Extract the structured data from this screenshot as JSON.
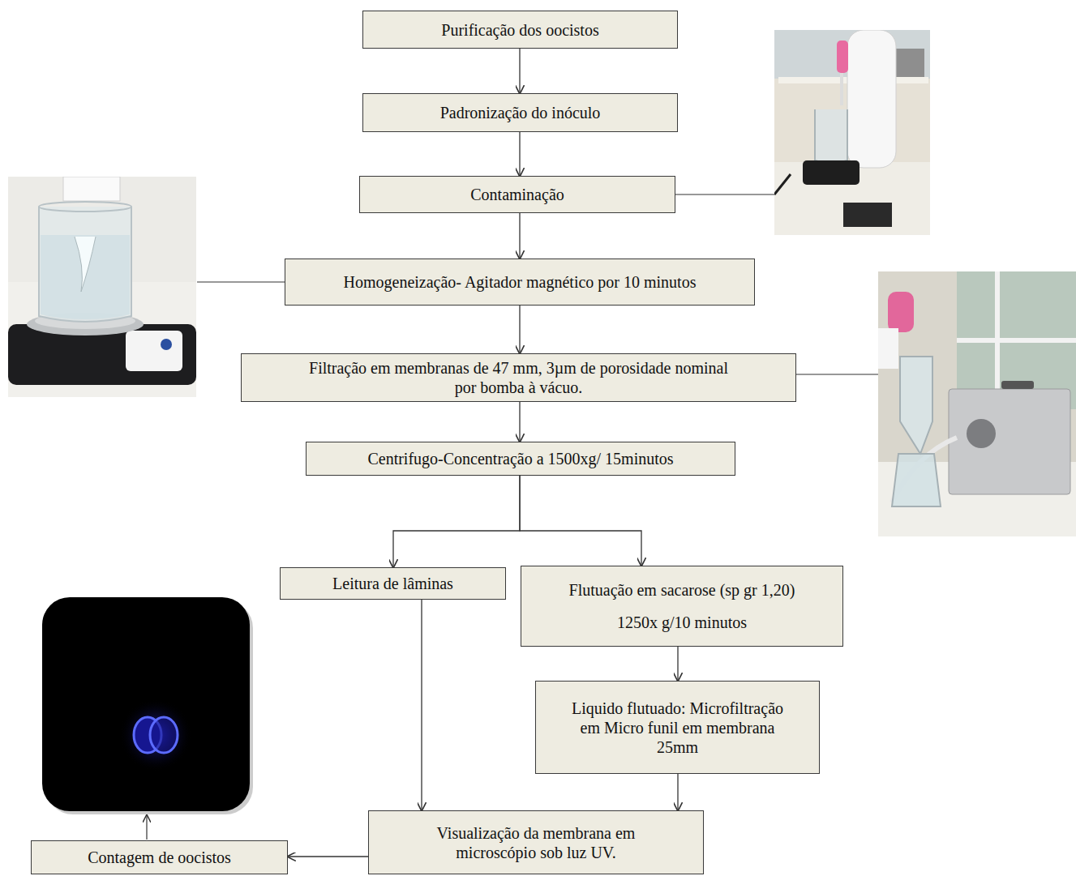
{
  "diagram": {
    "nodes": [
      {
        "text": [
          "Purificação dos oocistos"
        ]
      },
      {
        "text": [
          "Padronização do inóculo"
        ]
      },
      {
        "text": [
          "Contaminação"
        ]
      },
      {
        "text": [
          "Homogeneização- Agitador magnético por 10 minutos"
        ]
      },
      {
        "text": [
          "Filtração em membranas de 47 mm, 3µm de porosidade nominal por bomba à vácuo."
        ]
      },
      {
        "text": [
          "Centrifugo-Concentração a 1500xg/ 15minutos"
        ]
      },
      {
        "text": [
          "Leitura de lâminas"
        ]
      },
      {
        "text": [
          "Flutuação em sacarose (sp gr 1,20)",
          "1250x g/10 minutos"
        ]
      },
      {
        "text": [
          "Liquido flutuado: Microfiltração em Micro funil em membrana 25mm"
        ]
      },
      {
        "text": [
          "Visualização da membrana em microscópio sob luz UV."
        ]
      },
      {
        "text": [
          "Contagem de oocistos"
        ]
      }
    ],
    "edges": [
      {
        "from": 0,
        "to": 1,
        "arrow": "to"
      },
      {
        "from": 1,
        "to": 2,
        "arrow": "to"
      },
      {
        "from": 2,
        "to": 3,
        "arrow": "to"
      },
      {
        "from": 3,
        "to": 4,
        "arrow": "to"
      },
      {
        "from": 4,
        "to": 5,
        "arrow": "to"
      },
      {
        "from": 5,
        "to": 6,
        "arrow": "to"
      },
      {
        "from": 5,
        "to": 7,
        "arrow": "to"
      },
      {
        "from": 6,
        "to": 9,
        "arrow": "to"
      },
      {
        "from": 7,
        "to": 8,
        "arrow": "to"
      },
      {
        "from": 8,
        "to": 9,
        "arrow": "to"
      },
      {
        "from": 9,
        "to": 10,
        "arrow": "to"
      }
    ]
  }
}
